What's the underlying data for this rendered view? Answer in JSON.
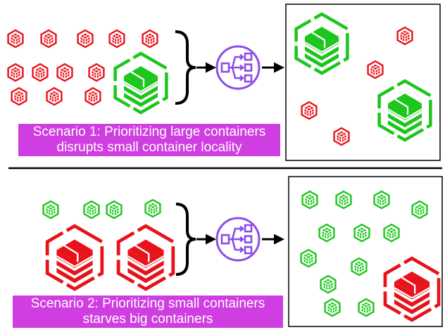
{
  "colors": {
    "large_container_scenario1": "#1cc61c",
    "small_container_scenario1": "#e8121b",
    "large_container_scenario2": "#e8121b",
    "small_container_scenario2": "#1cc61c",
    "scheduler": "#8b4ce8",
    "caption_bg": "#cf3ee0",
    "caption_text": "#ffffff",
    "line": "#000000"
  },
  "icons": {
    "small_container": "small-container-cube-icon",
    "large_container": "large-container-stack-icon",
    "scheduler": "scheduler-distribution-icon",
    "brace": "right-curly-brace",
    "arrow": "right-arrow"
  },
  "scenario1": {
    "caption_line1": "Scenario 1: Prioritizing large containers",
    "caption_line2": "disrupts small container locality"
  },
  "scenario2": {
    "caption_line1": "Scenario 2: Prioritizing small containers",
    "caption_line2": "starves big containers"
  }
}
